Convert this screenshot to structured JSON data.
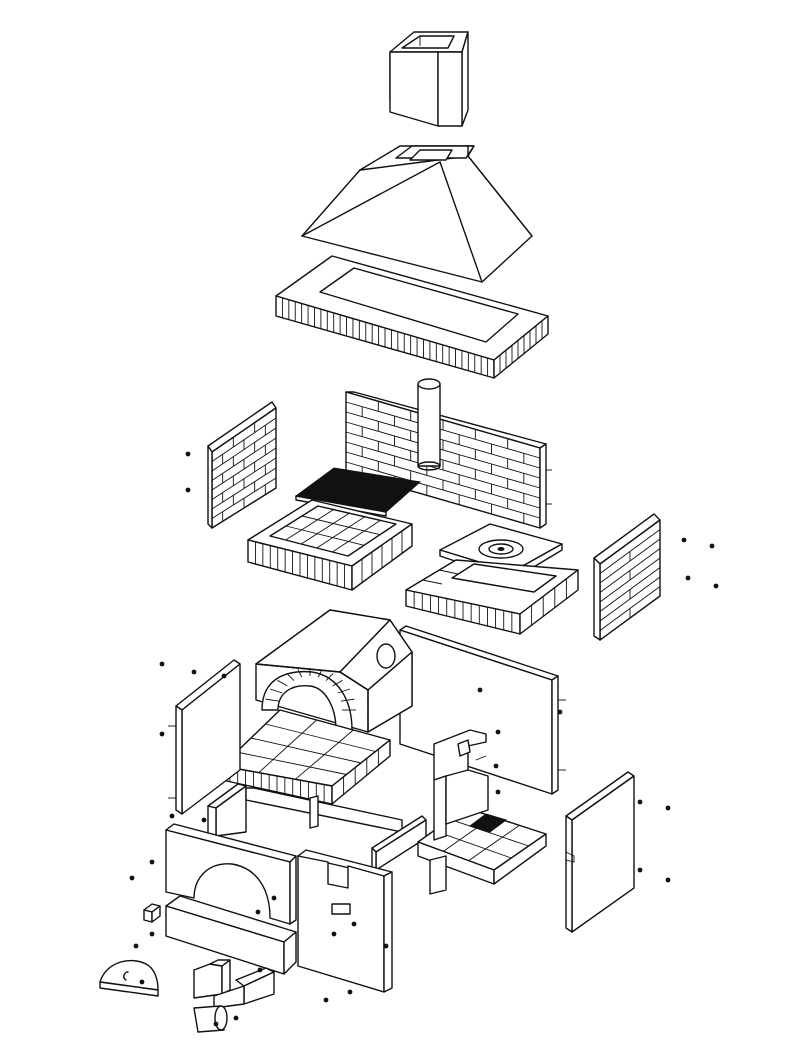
{
  "diagram": {
    "kind": "exploded-view",
    "line_color": "#111111",
    "background_color": "#ffffff",
    "parts": [
      {
        "id": "chimney-flue",
        "icon": "chimney-flue-icon"
      },
      {
        "id": "chimney-hood",
        "icon": "chimney-hood-icon"
      },
      {
        "id": "hood-collar-frame",
        "icon": "hood-collar-frame-icon"
      },
      {
        "id": "left-brick-side-wall",
        "icon": "brick-wall-icon"
      },
      {
        "id": "back-brick-wall",
        "icon": "brick-wall-icon"
      },
      {
        "id": "smoke-pipe",
        "icon": "pipe-icon"
      },
      {
        "id": "grill-grate",
        "icon": "grill-grate-icon"
      },
      {
        "id": "grill-hearth",
        "icon": "brick-hearth-icon"
      },
      {
        "id": "stove-hotplate",
        "icon": "hotplate-icon"
      },
      {
        "id": "stove-base",
        "icon": "brick-hearth-icon"
      },
      {
        "id": "right-brick-side-wall",
        "icon": "brick-wall-icon"
      },
      {
        "id": "pizza-oven-dome",
        "icon": "oven-dome-icon"
      },
      {
        "id": "oven-floor",
        "icon": "tiled-slab-icon"
      },
      {
        "id": "lower-back-panel",
        "icon": "panel-icon"
      },
      {
        "id": "lower-left-side-panel",
        "icon": "panel-icon"
      },
      {
        "id": "lower-right-side-panel",
        "icon": "panel-icon"
      },
      {
        "id": "interior-partitions",
        "icon": "panel-icon"
      },
      {
        "id": "arched-front-panel",
        "icon": "arch-panel-icon"
      },
      {
        "id": "front-bottom-slab",
        "icon": "slab-icon"
      },
      {
        "id": "front-right-panel",
        "icon": "panel-icon"
      },
      {
        "id": "side-counter",
        "icon": "tiled-counter-icon"
      },
      {
        "id": "counter-support",
        "icon": "bracket-icon"
      },
      {
        "id": "ash-door",
        "icon": "semicircle-door-icon"
      },
      {
        "id": "small-block",
        "icon": "block-icon"
      },
      {
        "id": "corner-brackets",
        "icon": "bracket-icon"
      },
      {
        "id": "roll-piece",
        "icon": "roll-icon"
      }
    ],
    "fastener_count": 36
  }
}
